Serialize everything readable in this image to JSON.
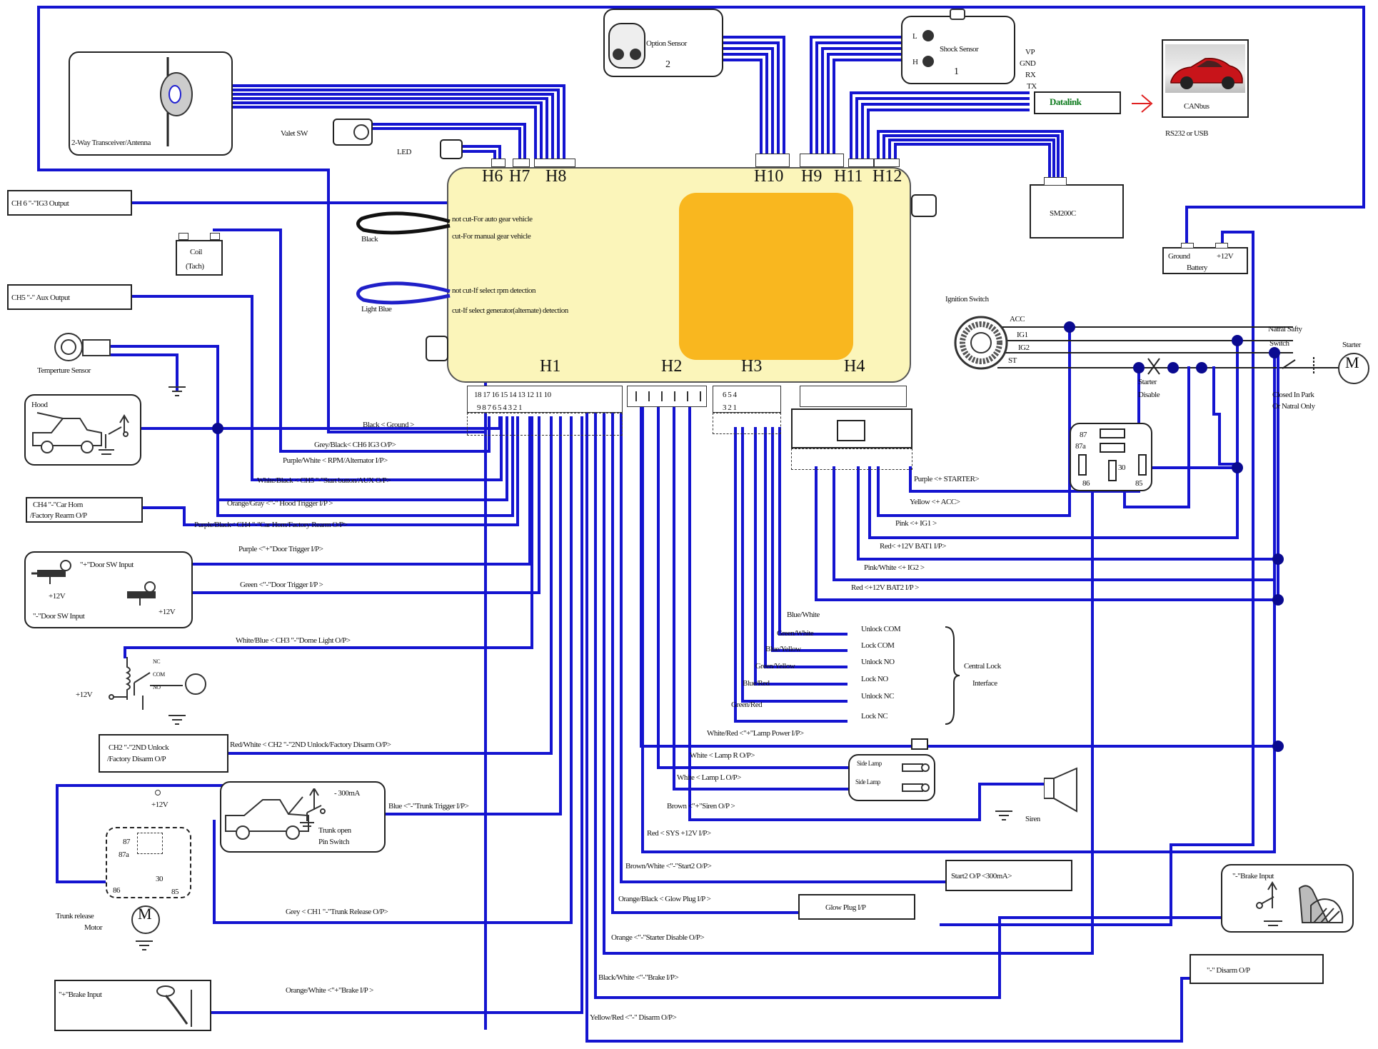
{
  "module": {
    "headers": {
      "h1": "H1",
      "h2": "H2",
      "h3": "H3",
      "h4": "H4",
      "h6": "H6",
      "h7": "H7",
      "h8": "H8",
      "h10": "H10",
      "h9": "H9",
      "h11": "H11",
      "h12": "H12"
    },
    "loop_notes": {
      "black_1": "not cut-For auto gear vehicle",
      "black_2": "cut-For manual gear vehicle",
      "blue_1": "not cut-If select rpm detection",
      "blue_2": "cut-If select generator(alternate) detection"
    },
    "loop_black": "Black",
    "loop_light_blue": "Light Blue",
    "h1_pins_top": "18 17  16 15 14  13  12 11 10",
    "h1_pins_bottom": "9  8  7  6  5  4  3  2  1",
    "h3_pins_top": "6    5    4",
    "h3_pins_bottom": "3    2    1"
  },
  "top": {
    "transceiver": "2-Way Transceiver/Antenna",
    "valet_sw": "Valet SW",
    "led": "LED",
    "option_sensor": "Option Sensor",
    "option_sensor_num": "2",
    "shock_sensor": "Shock Sensor",
    "shock_sensor_num": "1",
    "shock_l": "L",
    "shock_h": "H",
    "datalink": "Datalink",
    "datalink_pins": [
      "VP",
      "GND",
      "RX",
      "TX"
    ],
    "canbus": "CANbus",
    "rs232": "RS232 or USB",
    "sm200c": "SM200C",
    "battery_ground": "Ground",
    "battery_12v": "+12V",
    "battery": "Battery"
  },
  "left": {
    "ch6_output": "CH 6 \"-\"IG3 Output",
    "coil": "Coil",
    "tach": "(Tach)",
    "ch5_output": "CH5 \"-\" Aux Output",
    "temp_sensor": "Temperture Sensor",
    "hood": "Hood",
    "ch4_horn_1": "CH4 \"-\"Car Horn",
    "ch4_horn_2": "/Factory Rearm O/P",
    "door_plus": "\"+\"Door SW Input",
    "door_minus": "\"-\"Door SW Input",
    "door_12v_a": "+12V",
    "door_12v_b": "+12V",
    "relay_12v": "+12V",
    "relay_nc": "NC",
    "relay_com": "COM",
    "relay_no": "NO",
    "ch2_unlock_1": "CH2 \"-\"2ND Unlock",
    "ch2_unlock_2": "/Factory Disarm O/P",
    "trunk_current": "- 300mA",
    "trunk_switch_1": "Trunk open",
    "trunk_switch_2": "Pin Switch",
    "trunk_relay_12v": "+12V",
    "relay_87": "87",
    "relay_87a": "87a",
    "relay_86": "86",
    "relay_30": "30",
    "relay_85": "85",
    "trunk_motor_1": "Trunk release",
    "trunk_motor_2": "Motor",
    "motor_m": "M",
    "brake_plus": "\"+\"Brake Input"
  },
  "wires_h1": [
    "Black < Ground >",
    "Grey/Black< CH6 IG3  O/P>",
    "Purple/White < RPM/Alternator I/P>",
    "White/Black < CH5 \"-\"Start button/AUX O/P>",
    "Orange/Gray <\"-\" Hood Trigger I/P >",
    "Purple/Black< CH4 \"-\"Car Horn/Factory Rearm O/P>",
    "Purple <\"+\"Door Trigger I/P>",
    "Green <\"-\"Door Trigger I/P >",
    "White/Blue < CH3 \"-\"Dome Light O/P>",
    "Red/White < CH2 \"-\"2ND Unlock/Factory Disarm O/P>",
    "Blue <\"-\"Trunk Trigger I/P>",
    "Grey < CH1 \"-\"Trunk Release O/P>",
    "Orange/White <\"+\"Brake I/P >"
  ],
  "wires_h2": [
    "White/Red <\"+\"Lamp Power  I/P>",
    "White < Lamp  R  O/P>",
    "White < Lamp  L  O/P>",
    "Brown <\"+\"Siren O/P >",
    "Red < SYS +12V I/P>",
    "Brown/White <\"-\"Start2 O/P>",
    "Orange/Black < Glow Plug I/P >",
    "Orange <\"-\"Starter Disable O/P>",
    "Black/White <\"-\"Brake I/P>",
    "Yellow/Red <\"-\" Disarm  O/P>"
  ],
  "wires_h3": [
    "Blue/White",
    "Green/White",
    "Blue/Yellow",
    "Green/Yellow",
    "Blue/Red",
    "Green/Red"
  ],
  "central_lock": {
    "items": [
      "Unlock COM",
      "Lock COM",
      "Unlock NO",
      "Lock NO",
      "Unlock NC",
      "Lock NC"
    ],
    "title_1": "Central Lock",
    "title_2": "Interface"
  },
  "wires_h4": [
    "Purple <+ STARTER>",
    "Yellow <+ ACC>",
    "Pink <+ IG1 >",
    "Red< +12V BAT1 I/P>",
    "Pink/White <+ IG2 >",
    "Red <+12V BAT2 I/P >"
  ],
  "right": {
    "ignition_switch": "Ignition Switch",
    "acc": "ACC",
    "ig1": "IG1",
    "ig2": "IG2",
    "st": "ST",
    "starter_disable_1": "Starter",
    "starter_disable_2": "Disable",
    "neutral_1": "Natral Safty",
    "neutral_2": "Switch",
    "starter": "Starter",
    "motor_m": "M",
    "closed_1": "Closed In Park",
    "closed_2": "Or Natral Only",
    "relay_87": "87",
    "relay_87a": "87a",
    "relay_86": "86",
    "relay_30": "30",
    "relay_85": "85",
    "side_lamp_1": "Side Lamp",
    "side_lamp_2": "Side Lamp",
    "siren": "Siren",
    "start2": "Start2 O/P <300mA>",
    "glow_plug": "Glow Plug I/P",
    "brake_minus": "\"-\"Brake  Input",
    "disarm": "\"-\" Disarm O/P"
  }
}
